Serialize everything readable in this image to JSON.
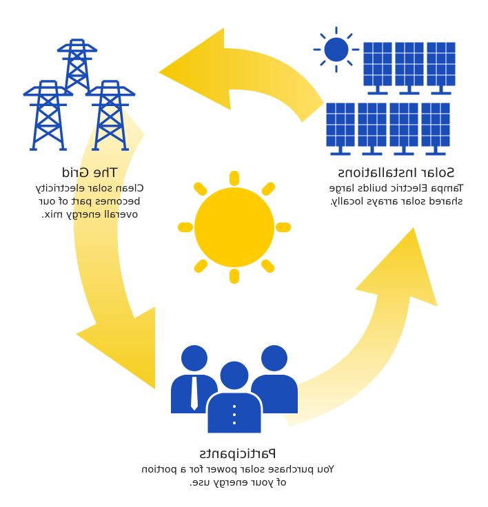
{
  "stages": {
    "grid": {
      "title": "The Grid",
      "lines": [
        "Clean solar electricity",
        "becomes part of our",
        "overall energy mix."
      ]
    },
    "solar": {
      "title": "Solar Installations",
      "lines": [
        "Tampa Electric builds large",
        "shared solar arrays locally."
      ]
    },
    "participants": {
      "title": "Participants",
      "lines": [
        "You purchase solar power for a portion",
        "of your energy use."
      ]
    }
  },
  "colors": {
    "sun": "#FFCC00",
    "arrow": "#F7D230",
    "arrow_fade": "#FFF6CC",
    "icon_blue": "#1B4DB8"
  },
  "icons": [
    "transmission-tower-icon",
    "solar-panel-icon",
    "small-sun-icon",
    "people-group-icon",
    "large-sun-icon"
  ]
}
